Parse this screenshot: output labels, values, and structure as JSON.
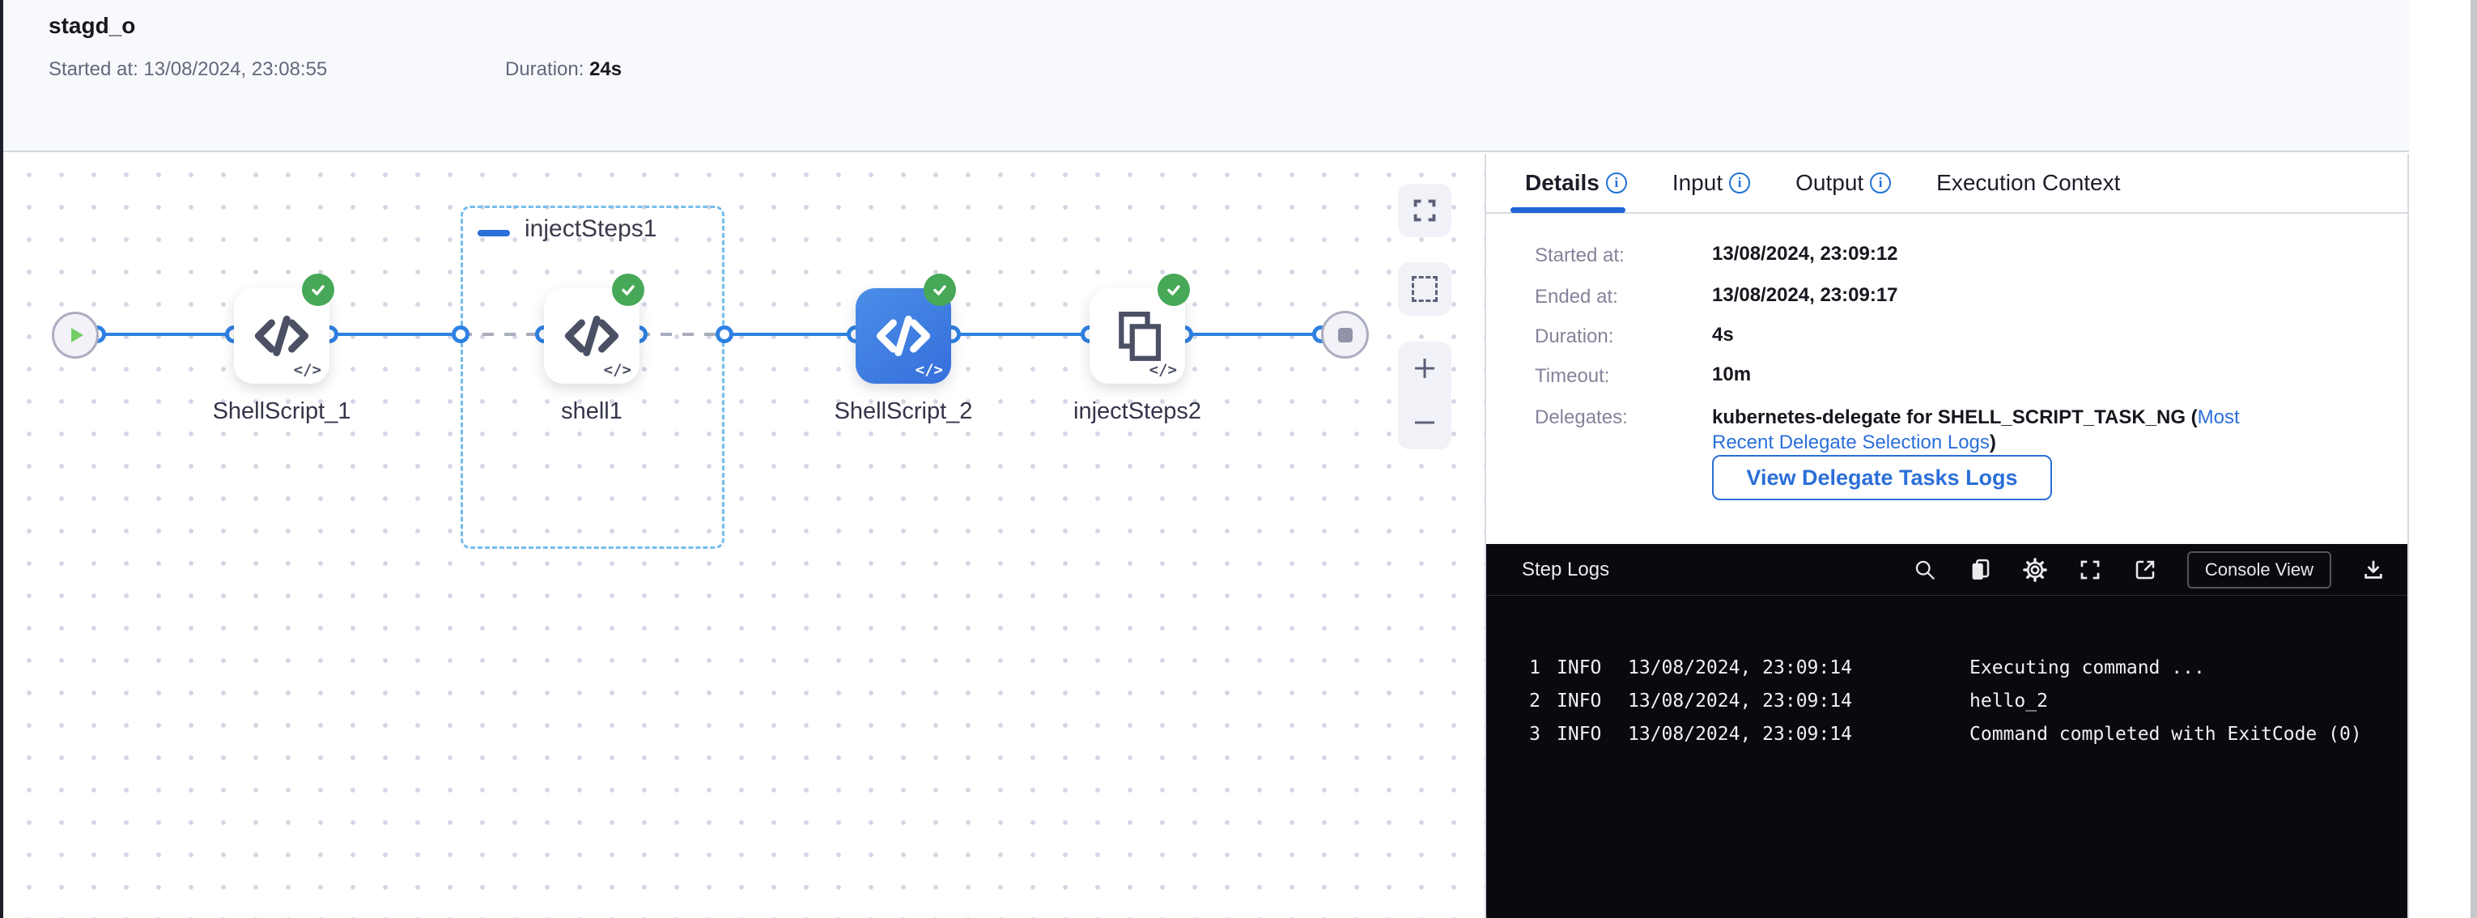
{
  "header": {
    "title": "stagd_o",
    "started_label": "Started at:",
    "started_value": "13/08/2024, 23:08:55",
    "duration_label": "Duration:",
    "duration_value": "24s"
  },
  "canvas": {
    "group": {
      "label": "injectSteps1"
    },
    "nodes": {
      "start": {
        "type": "play",
        "status": "start"
      },
      "shellscript1": {
        "label": "ShellScript_1",
        "status": "success"
      },
      "shell1": {
        "label": "shell1",
        "status": "success"
      },
      "shellscript2": {
        "label": "ShellScript_2",
        "status": "success",
        "selected": true
      },
      "injectsteps2": {
        "label": "injectSteps2",
        "status": "success"
      },
      "end": {
        "type": "stop",
        "status": "end"
      }
    },
    "controls": [
      "fit-to-screen",
      "select-area",
      "zoom-in",
      "zoom-out"
    ]
  },
  "panel": {
    "tabs": [
      {
        "label": "Details",
        "active": true,
        "info": true
      },
      {
        "label": "Input",
        "active": false,
        "info": true
      },
      {
        "label": "Output",
        "active": false,
        "info": true
      },
      {
        "label": "Execution Context",
        "active": false,
        "info": false
      }
    ],
    "details": {
      "rows": [
        {
          "label": "Started at:",
          "value": "13/08/2024, 23:09:12"
        },
        {
          "label": "Ended at:",
          "value": "13/08/2024, 23:09:17"
        },
        {
          "label": "Duration:",
          "value": "4s"
        },
        {
          "label": "Timeout:",
          "value": "10m"
        }
      ],
      "delegates_label": "Delegates:",
      "delegates_prefix": "kubernetes-delegate for SHELL_SCRIPT_TASK_NG (",
      "delegates_link": "Most Recent Delegate Selection Logs",
      "delegates_suffix": ")",
      "button_label": "View Delegate Tasks Logs"
    },
    "console": {
      "title": "Step Logs",
      "console_view_label": "Console View",
      "logs": [
        {
          "num": "1",
          "level": "INFO",
          "time": "13/08/2024, 23:09:14",
          "message": "Executing command ..."
        },
        {
          "num": "2",
          "level": "INFO",
          "time": "13/08/2024, 23:09:14",
          "message": "hello_2"
        },
        {
          "num": "3",
          "level": "INFO",
          "time": "13/08/2024, 23:09:14",
          "message": "Command completed with ExitCode (0)"
        }
      ]
    }
  },
  "colors": {
    "accent_blue": "#2b6fd8",
    "node_selected_blue": "#3c7de2",
    "success_green": "#47a857",
    "console_bg": "#0a0a0e",
    "canvas_dot": "#d4d6e4",
    "header_bg": "#f8f9fd"
  }
}
